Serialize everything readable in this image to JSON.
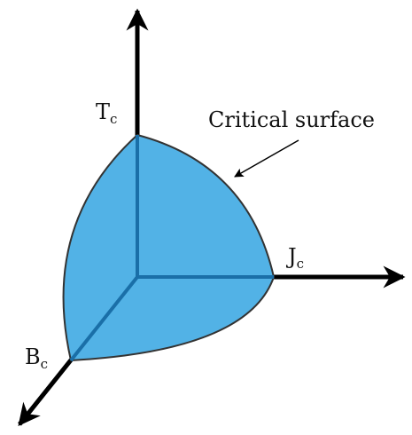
{
  "diagram": {
    "annotation": "Critical surface",
    "axes": {
      "temperature": {
        "symbol": "T",
        "subscript": "c"
      },
      "current": {
        "symbol": "J",
        "subscript": "c"
      },
      "field": {
        "symbol": "B",
        "subscript": "c"
      }
    },
    "colors": {
      "surface_fill": "#52b2e6",
      "surface_stroke": "#333333",
      "edge": "#1a6fa8",
      "axis": "#000000"
    }
  }
}
